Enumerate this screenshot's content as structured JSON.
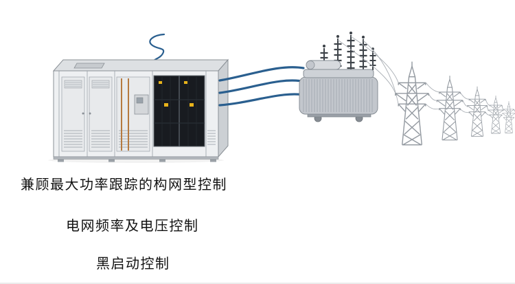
{
  "captions": [
    "兼顾最大功率跟踪的构网型控制",
    "电网频率及电压控制",
    "黑启动控制"
  ],
  "colors": {
    "cable_blue": "#2a5f8f",
    "caption_text": "#111111",
    "background": "#ffffff",
    "warning_yellow": "#e8b31a"
  },
  "icons": {
    "grid_wave": "blue-squiggle-line",
    "storage_container": "battery-energy-storage-container",
    "transformer": "oil-immersed-transformer-with-bushings",
    "transmission_towers": "lattice-pylons-with-sagging-lines",
    "power_cables": "three-blue-cables"
  }
}
